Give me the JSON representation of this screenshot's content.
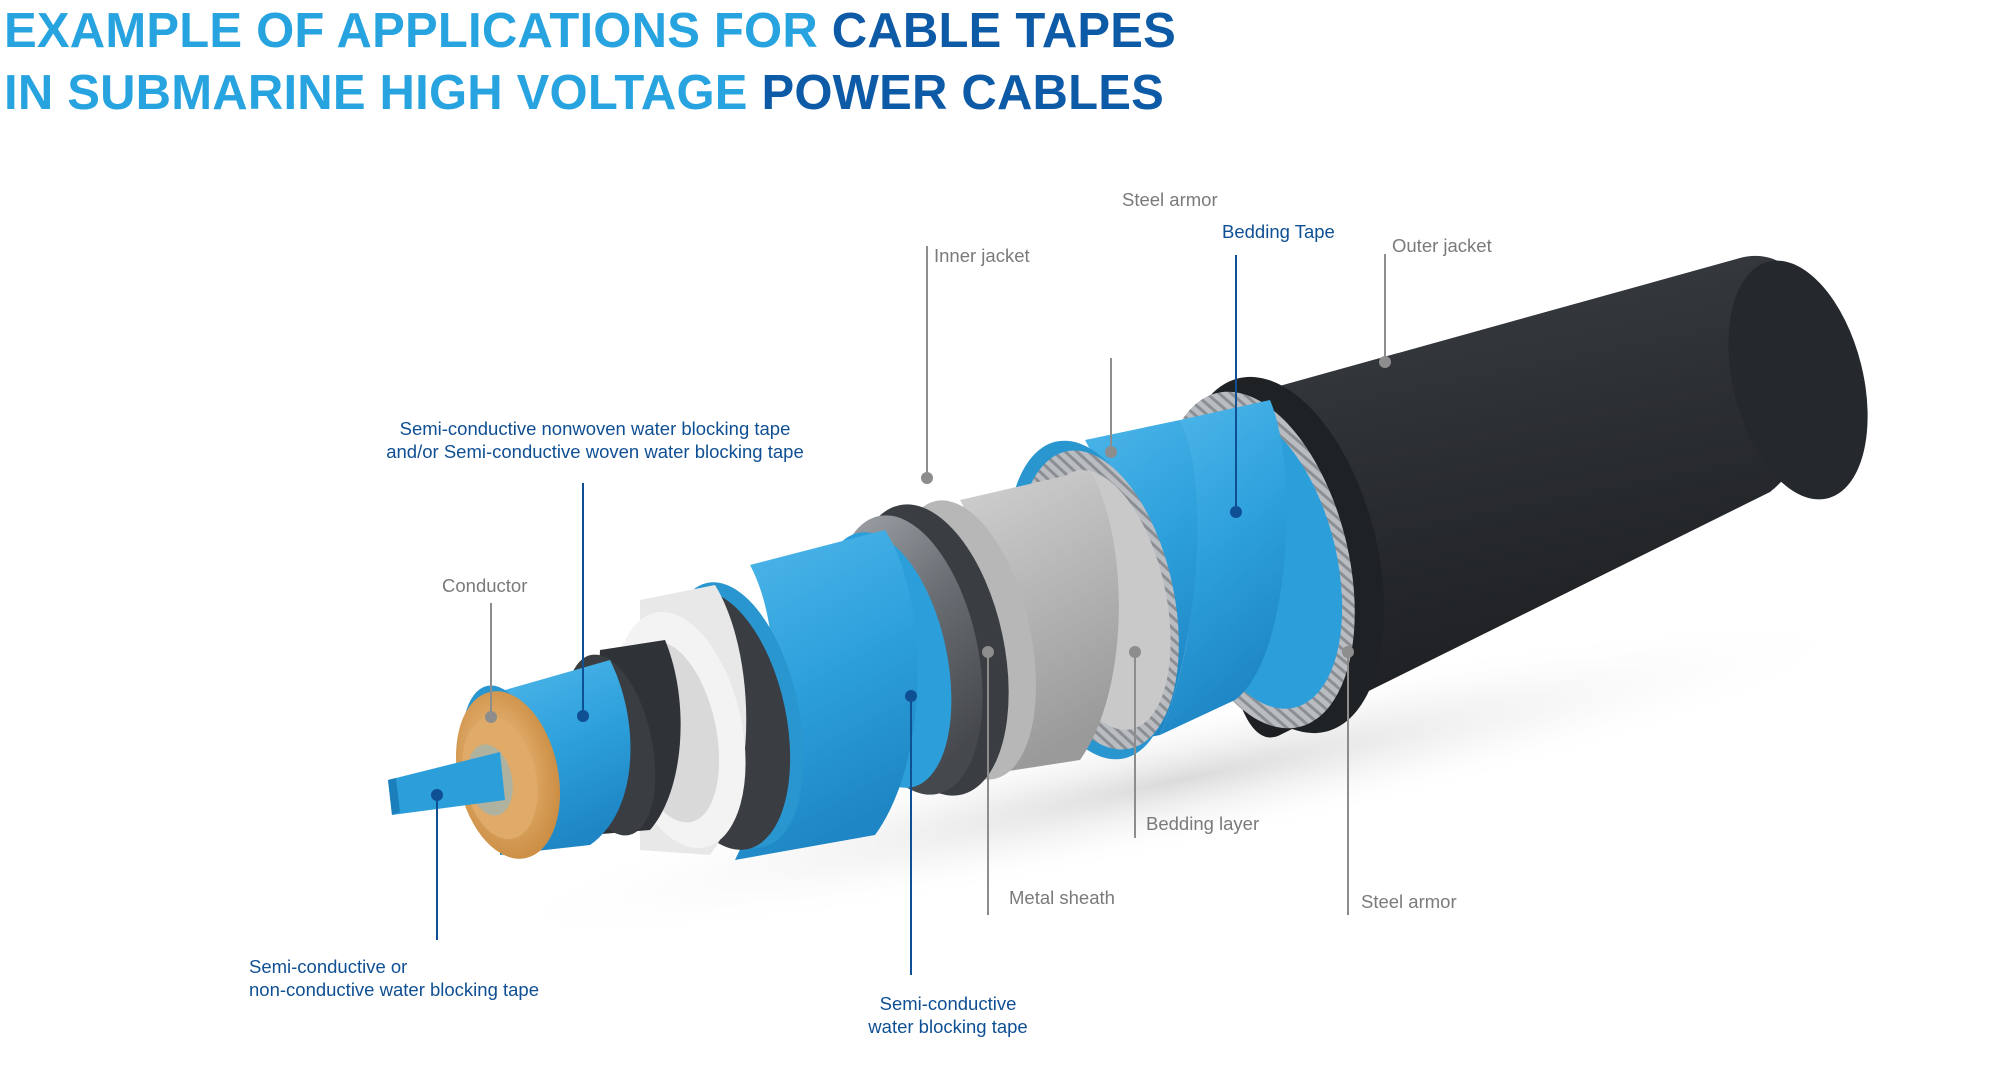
{
  "title": {
    "line1_a": "EXAMPLE OF APPLICATIONS FOR ",
    "line1_b": "CABLE TAPES",
    "line2_a": "IN SUBMARINE HIGH VOLTAGE ",
    "line2_b": "POWER CABLES"
  },
  "labels": {
    "steel_armor_top": "Steel armor",
    "bedding_tape": "Bedding Tape",
    "outer_jacket": "Outer jacket",
    "inner_jacket": "Inner jacket",
    "semi_nonwoven_1": "Semi-conductive nonwoven water blocking tape",
    "semi_nonwoven_2": "and/or Semi-conductive woven water blocking tape",
    "conductor": "Conductor",
    "bedding_layer": "Bedding layer",
    "metal_sheath": "Metal sheath",
    "steel_armor_bottom": "Steel armor",
    "semi_or_non_1": "Semi-conductive or",
    "semi_or_non_2": "non-conductive water blocking tape",
    "semi_water_1": "Semi-conductive",
    "semi_water_2": "water blocking tape"
  },
  "colors": {
    "title_light": "#27a3df",
    "title_dark": "#0d5aa7",
    "label_gray": "#7a7a7a",
    "label_blue": "#0f4f93",
    "tape_blue": "#2fa4df",
    "jacket_black": "#2c2f33",
    "insulation_white": "#e6e6e6",
    "conductor_copper": "#d9a055"
  }
}
